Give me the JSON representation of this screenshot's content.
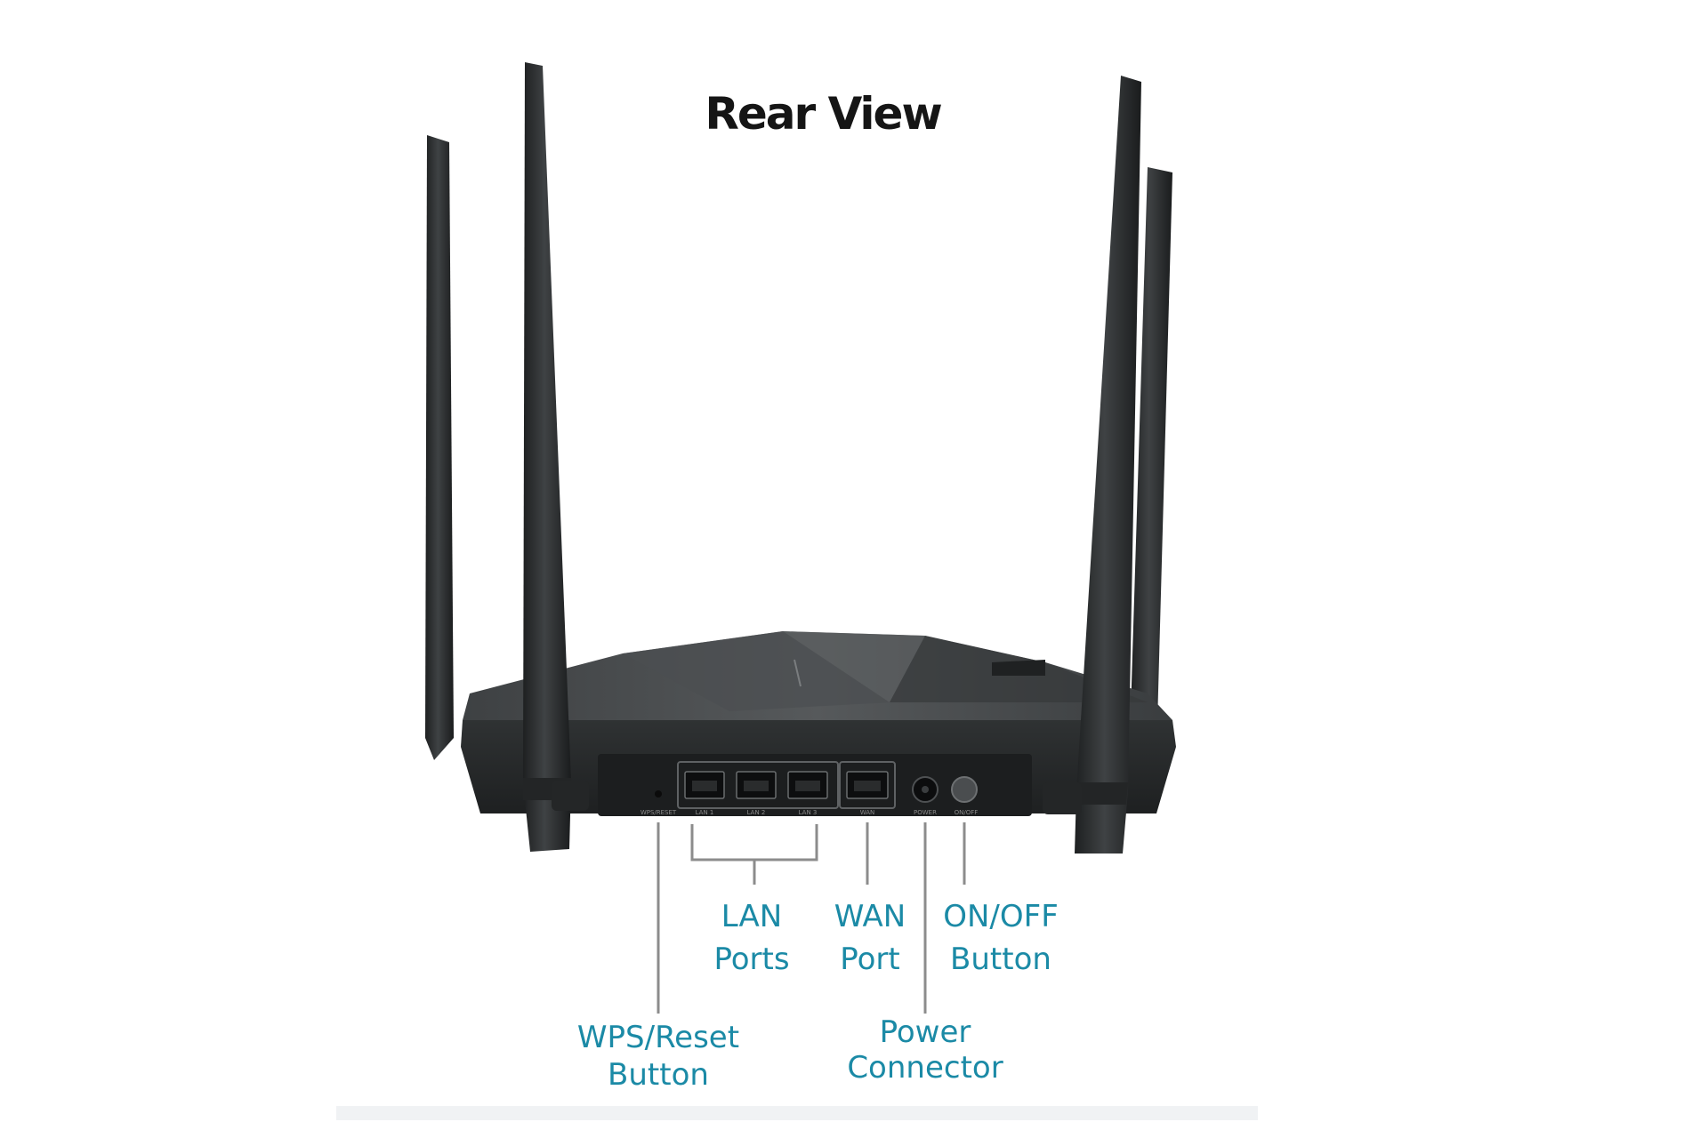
{
  "title": "Rear View",
  "callouts": {
    "lan": [
      "LAN",
      "Ports"
    ],
    "wan": [
      "WAN",
      "Port"
    ],
    "onoff": [
      "ON/OFF",
      "Button"
    ],
    "wps": [
      "WPS/Reset",
      "Button"
    ],
    "power": [
      "Power",
      "Connector"
    ]
  },
  "port_labels": {
    "wps": "WPS/RESET",
    "lan1": "LAN 1",
    "lan2": "LAN 2",
    "lan3": "LAN 3",
    "wan": "WAN",
    "power": "POWER",
    "onoff": "ON/OFF"
  },
  "colors": {
    "callout_text": "#1b8aa6",
    "leader_line": "#8c8c8c",
    "device_body": "#2b2d2e",
    "footer_bar": "#f0f2f4"
  }
}
